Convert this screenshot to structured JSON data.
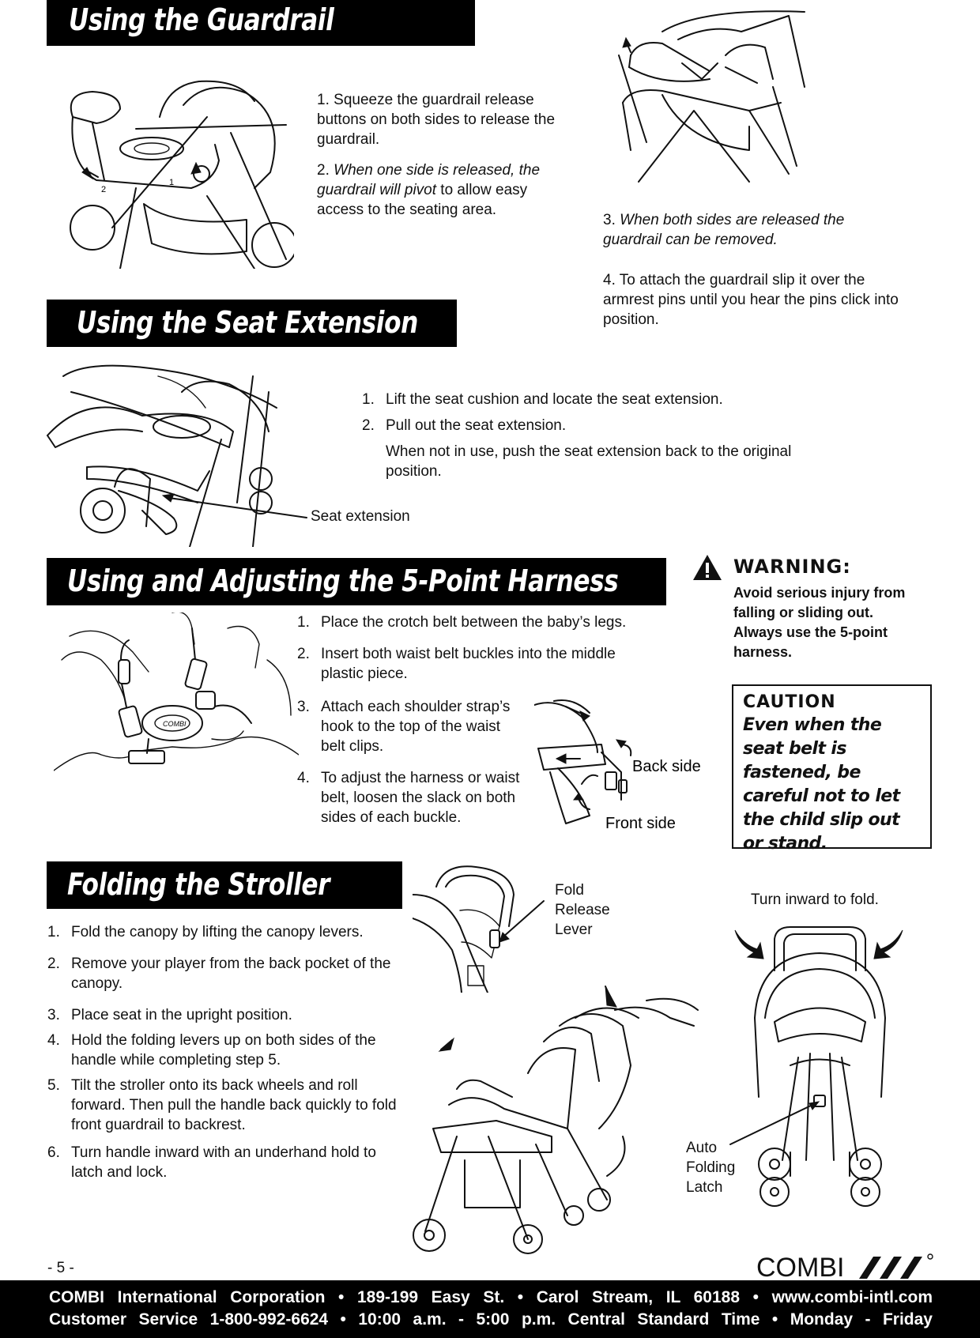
{
  "guardrail": {
    "title": "Using the Guardrail",
    "step1_num": "1.",
    "step1": "Squeeze the guardrail release buttons on both sides to release the guardrail.",
    "step2_num": "2.",
    "step2_italic": "When one side is released, the guardrail will pivot",
    "step2_rest": "to allow easy access to the seating area.",
    "step3_num": "3.",
    "step3": "When both sides are released the guardrail can be removed.",
    "step4_num": "4.",
    "step4": "To attach the guardrail slip it over the armrest pins until you hear the pins click into position.",
    "fig_label_1": "1",
    "fig_label_2": "2"
  },
  "seat_extension": {
    "title": "Using the Seat Extension",
    "steps": [
      {
        "num": "1.",
        "text": "Lift the seat cushion and locate the seat extension."
      },
      {
        "num": "2.",
        "text": "Pull out the seat extension."
      }
    ],
    "note": "When not in use, push the seat extension back to the original position.",
    "callout": "Seat extension"
  },
  "harness": {
    "title": "Using and Adjusting the 5-Point Harness",
    "steps": [
      {
        "num": "1.",
        "text": "Place the crotch belt between the baby’s legs."
      },
      {
        "num": "2.",
        "text": "Insert both waist belt buckles into the middle plastic piece."
      },
      {
        "num": "3.",
        "text": "Attach each shoulder strap’s hook to the top of the waist belt clips."
      },
      {
        "num": "4.",
        "text": "To adjust the harness or waist belt, loosen the slack on both sides of each buckle."
      }
    ],
    "back_side": "Back side",
    "front_side": "Front side",
    "warning_title": "WARNING:",
    "warning_text": "Avoid serious injury from falling or sliding out. Always use the 5-point harness.",
    "caution_title": "CAUTION",
    "caution_text": "Even when the seat belt is fastened, be careful not to let the child slip out or stand."
  },
  "folding": {
    "title": "Folding the Stroller",
    "steps": [
      {
        "num": "1.",
        "text": "Fold the canopy by lifting the canopy levers."
      },
      {
        "num": "2.",
        "text": "Remove your player from the back pocket of the canopy."
      },
      {
        "num": "3.",
        "text": "Place seat in the upright position."
      },
      {
        "num": "4.",
        "text": "Hold the folding levers up on both sides of the handle while completing step 5."
      },
      {
        "num": "5.",
        "text": "Tilt the stroller onto its back wheels and roll forward. Then pull the handle back quickly to fold front guardrail to backrest."
      },
      {
        "num": "6.",
        "text": "Turn handle inward with an underhand hold to latch and lock."
      }
    ],
    "fold_release_lever": [
      "Fold",
      "Release",
      "Lever"
    ],
    "turn_inward": "Turn inward to fold.",
    "auto_folding_latch": [
      "Auto",
      "Folding",
      "Latch"
    ]
  },
  "page_number": "- 5 -",
  "logo_text": "COMBI",
  "footer": {
    "line1": "COMBI International Corporation • 189-199 Easy St. • Carol Stream, IL 60188 • www.combi-intl.com",
    "line2": "Customer Service 1-800-992-6624 • 10:00 a.m. - 5:00 p.m. Central Standard Time • Monday - Friday"
  }
}
